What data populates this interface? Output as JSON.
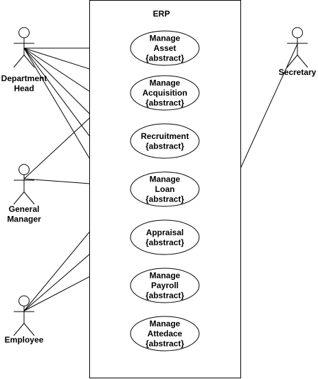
{
  "system": {
    "title": "ERP"
  },
  "actors": [
    {
      "id": "dept_head",
      "lines": [
        "Department",
        "Head"
      ]
    },
    {
      "id": "gm",
      "lines": [
        "General",
        "Manager"
      ]
    },
    {
      "id": "employee",
      "lines": [
        "Employee"
      ]
    },
    {
      "id": "secretary",
      "lines": [
        "Secretary"
      ]
    }
  ],
  "use_cases": [
    {
      "id": "asset",
      "lines": [
        "Manage",
        "Asset",
        "{abstract}"
      ]
    },
    {
      "id": "acquisition",
      "lines": [
        "Manage",
        "Acquisition",
        "{abstract}"
      ]
    },
    {
      "id": "recruitment",
      "lines": [
        "Recruitment",
        "{abstract}"
      ]
    },
    {
      "id": "loan",
      "lines": [
        "Manage",
        "Loan",
        "{abstract}"
      ]
    },
    {
      "id": "appraisal",
      "lines": [
        "Appraisal",
        "{abstract}"
      ]
    },
    {
      "id": "payroll",
      "lines": [
        "Manage",
        "Payroll",
        "{abstract}"
      ]
    },
    {
      "id": "attendance",
      "lines": [
        "Manage",
        "Attedace",
        "{abstract}"
      ]
    }
  ],
  "associations": [
    [
      "dept_head",
      "asset"
    ],
    [
      "dept_head",
      "acquisition"
    ],
    [
      "dept_head",
      "recruitment"
    ],
    [
      "dept_head",
      "loan"
    ],
    [
      "dept_head",
      "appraisal"
    ],
    [
      "dept_head",
      "payroll"
    ],
    [
      "gm",
      "asset"
    ],
    [
      "gm",
      "loan"
    ],
    [
      "employee",
      "recruitment"
    ],
    [
      "employee",
      "loan"
    ],
    [
      "employee",
      "appraisal"
    ],
    [
      "secretary",
      "attendance"
    ]
  ],
  "colors": {
    "stroke": "#000000",
    "fill": "#ffffff"
  }
}
